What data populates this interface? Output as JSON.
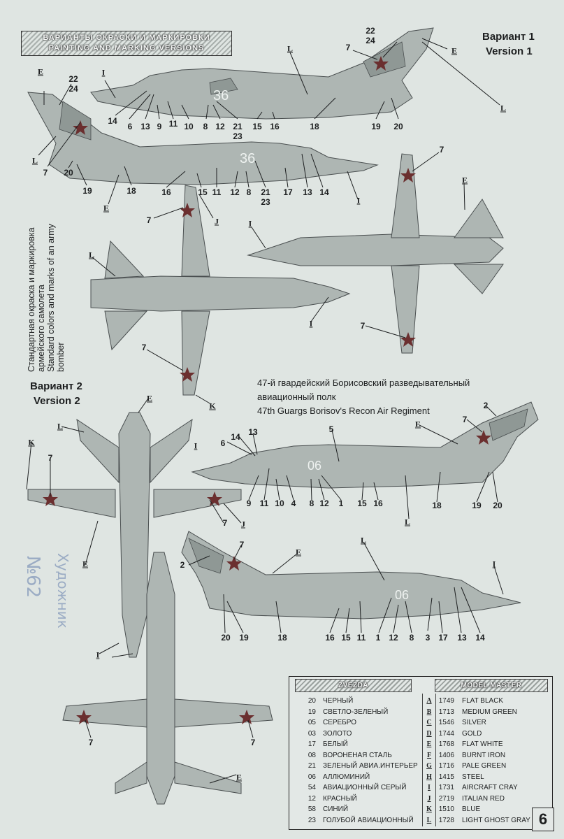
{
  "header": {
    "title_ru": "ВАРИАНТЫ ОКРАСКИ И МАРКИРОВКИ",
    "title_en": "PAINTING AND MARKING VERSIONS"
  },
  "version1": {
    "label_ru": "Вариант 1",
    "label_en": "Version 1"
  },
  "version2": {
    "label_ru": "Вариант 2",
    "label_en": "Version 2"
  },
  "side_caption": {
    "ru_line1": "Стандартная окраска и маркировка",
    "ru_line2": "армейского самолета",
    "en_line1": "Standard colors and marks of an army",
    "en_line2": "bomber"
  },
  "regiment": {
    "ru_line1": "47-й гвардейский Борисовский разведывательный",
    "ru_line2": "авиационный полк",
    "en": "47th Guargs Borisov's Recon Air Regiment"
  },
  "tail_number_v1": "36",
  "tail_number_v2": "06",
  "callouts": {
    "n1": "1",
    "n2": "2",
    "n3": "3",
    "n4": "4",
    "n5": "5",
    "n6": "6",
    "n7": "7",
    "n8": "8",
    "n9": "9",
    "n10": "10",
    "n11": "11",
    "n12": "12",
    "n13": "13",
    "n14": "14",
    "n15": "15",
    "n16": "16",
    "n17": "17",
    "n18": "18",
    "n19": "19",
    "n20": "20",
    "n21": "21",
    "n22": "22",
    "n23": "23",
    "n24": "24",
    "lE": "E",
    "lI": "I",
    "lJ": "J",
    "lK": "K",
    "lL": "L"
  },
  "legend": {
    "zvezda_header": "ZVEZDA",
    "model_master_header": "MODEL MASTER",
    "zvezda": [
      {
        "code": "20",
        "name": "ЧЕРНЫЙ"
      },
      {
        "code": "19",
        "name": "СВЕТЛО-ЗЕЛЕНЫЙ"
      },
      {
        "code": "05",
        "name": "СЕРЕБРО"
      },
      {
        "code": "03",
        "name": "ЗОЛОТО"
      },
      {
        "code": "17",
        "name": "БЕЛЫЙ"
      },
      {
        "code": "08",
        "name": "ВОРОНЕНАЯ СТАЛЬ"
      },
      {
        "code": "21",
        "name": "ЗЕЛЕНЫЙ АВИА.ИНТЕРЬЕР"
      },
      {
        "code": "06",
        "name": "АЛЛЮМИНИЙ"
      },
      {
        "code": "54",
        "name": "АВИАЦИОННЫЙ СЕРЫЙ"
      },
      {
        "code": "12",
        "name": "КРАСНЫЙ"
      },
      {
        "code": "58",
        "name": "СИНИЙ"
      },
      {
        "code": "23",
        "name": "ГОЛУБОЙ АВИАЦИОННЫЙ"
      }
    ],
    "letters": [
      "A",
      "B",
      "C",
      "D",
      "E",
      "F",
      "G",
      "H",
      "I",
      "J",
      "K",
      "L"
    ],
    "model_master": [
      {
        "code": "1749",
        "name": "FLAT BLACK"
      },
      {
        "code": "1713",
        "name": "MEDIUM GREEN"
      },
      {
        "code": "1546",
        "name": "SILVER"
      },
      {
        "code": "1744",
        "name": "GOLD"
      },
      {
        "code": "1768",
        "name": "FLAT WHITE"
      },
      {
        "code": "1406",
        "name": "BURNT IRON"
      },
      {
        "code": "1716",
        "name": "PALE GREEN"
      },
      {
        "code": "1415",
        "name": "STEEL"
      },
      {
        "code": "1731",
        "name": "AIRCRAFT CRAY"
      },
      {
        "code": "2719",
        "name": "ITALIAN RED"
      },
      {
        "code": "1510",
        "name": "BLUE"
      },
      {
        "code": "1728",
        "name": "LIGHT GHOST GRAY"
      }
    ]
  },
  "page_number": "6",
  "pen_mark": {
    "text1": "№62",
    "text2": "Художник"
  },
  "colors": {
    "paper": "#dfe5e2",
    "aircraft": "#aeb6b3",
    "ink": "#1d1f20",
    "star": "#6b2f2f"
  }
}
